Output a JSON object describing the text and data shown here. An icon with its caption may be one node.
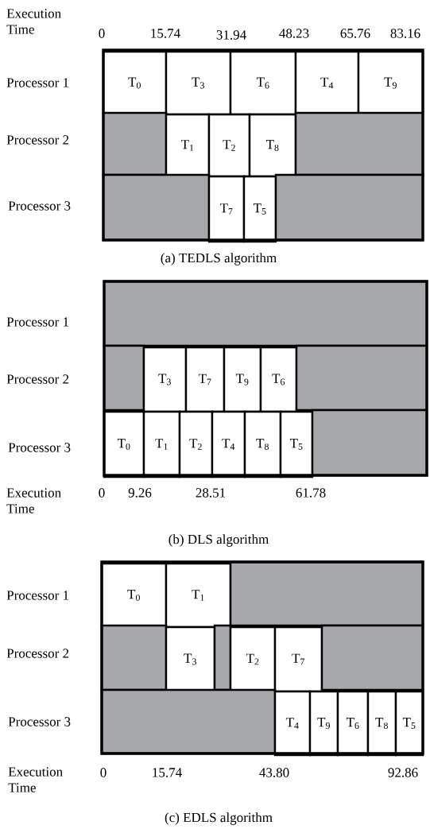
{
  "diagram": {
    "nodes": [
      {
        "text": [
          "T$_{0}$"
        ]
      },
      {
        "text": [
          "T$_{3}$"
        ]
      },
      {
        "text": [
          "T$_{6}$"
        ]
      },
      {
        "text": [
          "T$_{4}$"
        ]
      },
      {
        "text": [
          "T$_{9}$"
        ]
      },
      {
        "text": [],
        "shape": "box"
      },
      {
        "text": [
          "T$_{1}$"
        ]
      },
      {
        "text": [
          "T$_{2}$"
        ]
      },
      {
        "text": [
          "T$_{8}$"
        ]
      },
      {
        "text": [],
        "shape": "box"
      },
      {
        "text": [],
        "shape": "box"
      },
      {
        "text": [
          "T$_{7}$"
        ]
      },
      {
        "text": [
          "T$_{5}$"
        ]
      },
      {
        "text": [],
        "shape": "box"
      },
      {
        "text": [],
        "shape": "box"
      },
      {
        "text": [],
        "shape": "box"
      },
      {
        "text": [
          "T$_{3}$"
        ]
      },
      {
        "text": [
          "T$_{7}$"
        ]
      },
      {
        "text": [
          "T$_{9}$"
        ]
      },
      {
        "text": [
          "T$_{6}$"
        ]
      },
      {
        "text": [],
        "shape": "box"
      },
      {
        "text": [
          "T$_{0}$"
        ]
      },
      {
        "text": [
          "T$_{1}$"
        ]
      },
      {
        "text": [
          "T$_{2}$"
        ]
      },
      {
        "text": [
          "T$_{4}$"
        ]
      },
      {
        "text": [
          "T$_{8}$"
        ]
      },
      {
        "text": [
          "T$_{5}$"
        ]
      },
      {
        "text": [],
        "shape": "box"
      },
      {
        "text": [
          "T$_{0}$"
        ]
      },
      {
        "text": [
          "T$_{1}$"
        ]
      },
      {
        "text": [],
        "shape": "box"
      },
      {
        "text": [],
        "shape": "box"
      },
      {
        "text": [
          "T$_{3}$"
        ]
      },
      {
        "text": [],
        "shape": "box"
      },
      {
        "text": [
          "T$_{2}$"
        ]
      },
      {
        "text": [
          "T$_{7}$"
        ]
      },
      {
        "text": [],
        "shape": "box"
      },
      {
        "text": [],
        "shape": "box"
      },
      {
        "text": [
          "T$_{4}$"
        ]
      },
      {
        "text": [
          "T$_{9}$"
        ]
      },
      {
        "text": [
          "T$_{6}$"
        ]
      },
      {
        "text": [
          "T$_{8}$"
        ]
      },
      {
        "text": [
          "T$_{5}$"
        ]
      }
    ],
    "labels": [
      "Execution Time",
      "0",
      "15.74",
      "31.94",
      "48.23",
      "65.76",
      "83.16",
      "Processor 1",
      "Processor 2",
      "Processor 3",
      "(a) TEDLS algorithm",
      "Processor 1",
      "Processor 2",
      "Processor 3",
      "Execution Time",
      "0",
      "9.26",
      "28.51",
      "61.78",
      "(b) DLS algorithm",
      "Processor 1",
      "Processor 2",
      "Processor 3",
      "Execution Time",
      "0",
      "15.74",
      "43.80",
      "92.86",
      "(c) EDLS algorithm"
    ]
  }
}
